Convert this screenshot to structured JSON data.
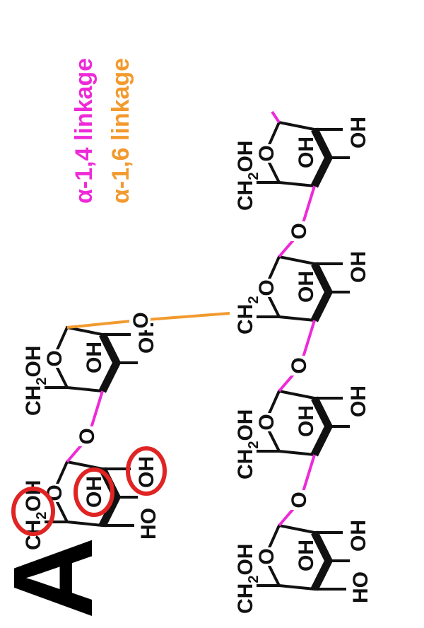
{
  "panel_label": "A",
  "legend": {
    "alpha14": {
      "label": "α-1,4 linkage",
      "color": "#ee2ad8"
    },
    "alpha16": {
      "label": "α-1,6 linkage",
      "color": "#f29a2e"
    }
  },
  "chem": {
    "ch2oh_main": "CH",
    "ch2oh_sub": "2",
    "ch2oh_tail": "OH",
    "ch2_main": "CH",
    "ch2_sub": "2",
    "oh": "OH",
    "ho": "HO",
    "ring_o": "O",
    "link_o": "O"
  },
  "colors": {
    "bond": "#111111",
    "highlight": "#e02424",
    "green_bond": "#3a8a2a"
  }
}
